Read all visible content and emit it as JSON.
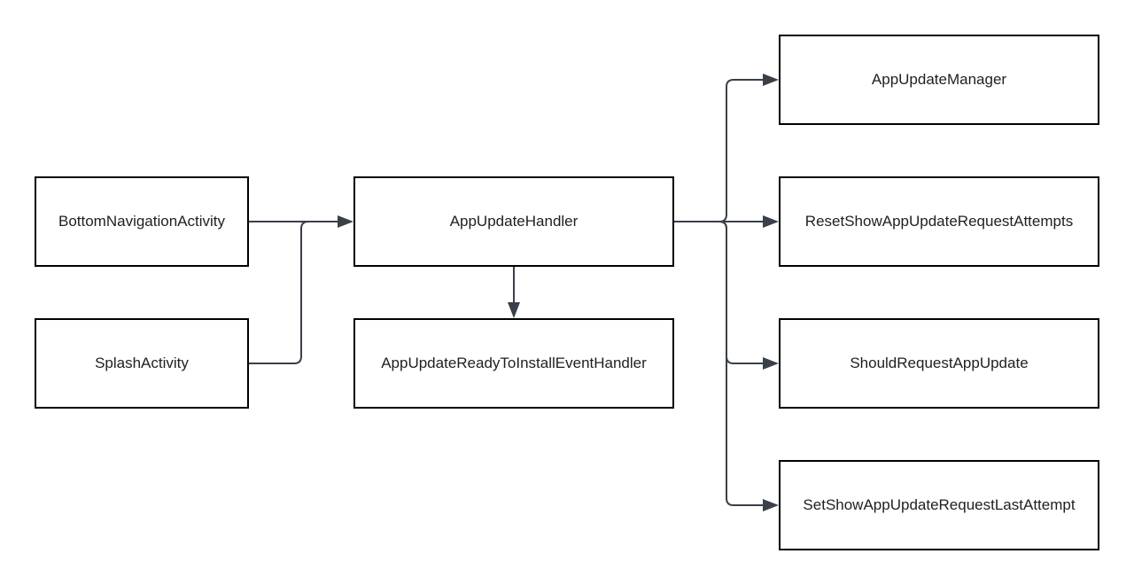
{
  "diagram": {
    "nodes": {
      "bottom_navigation_activity": "BottomNavigationActivity",
      "splash_activity": "SplashActivity",
      "app_update_handler": "AppUpdateHandler",
      "app_update_ready_to_install_event_handler": "AppUpdateReadyToInstallEventHandler",
      "app_update_manager": "AppUpdateManager",
      "reset_show_app_update_request_attempts": "ResetShowAppUpdateRequestAttempts",
      "should_request_app_update": "ShouldRequestAppUpdate",
      "set_show_app_update_request_last_attempt": "SetShowAppUpdateRequestLastAttempt"
    },
    "edges": [
      {
        "from": "bottom_navigation_activity",
        "to": "app_update_handler"
      },
      {
        "from": "splash_activity",
        "to": "app_update_handler"
      },
      {
        "from": "app_update_handler",
        "to": "app_update_ready_to_install_event_handler"
      },
      {
        "from": "app_update_handler",
        "to": "app_update_manager"
      },
      {
        "from": "app_update_handler",
        "to": "reset_show_app_update_request_attempts"
      },
      {
        "from": "app_update_handler",
        "to": "should_request_app_update"
      },
      {
        "from": "app_update_handler",
        "to": "set_show_app_update_request_last_attempt"
      }
    ],
    "colors": {
      "node_border": "#000000",
      "node_fill": "#ffffff",
      "edge": "#3a4049",
      "text": "#1f1f1f"
    }
  }
}
